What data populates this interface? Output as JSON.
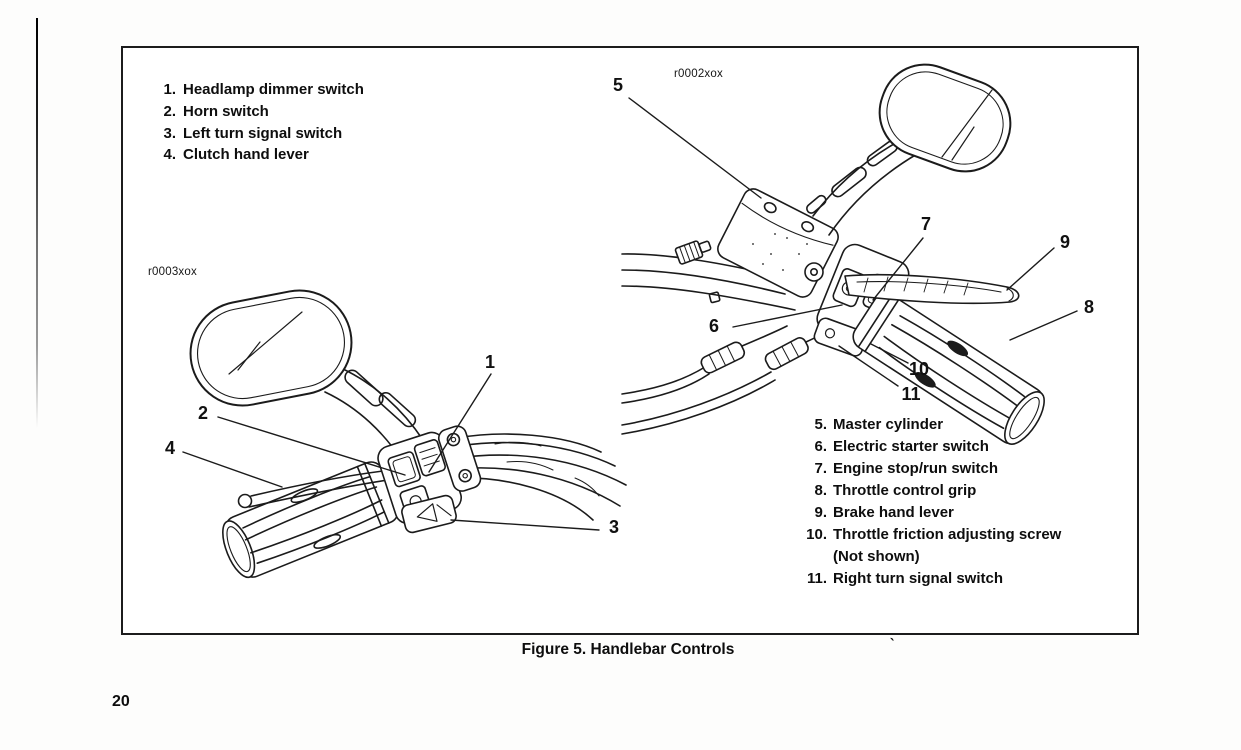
{
  "page_number": "20",
  "figure": {
    "caption": "Figure 5. Handlebar Controls",
    "stray_tick": "`",
    "callouts": {
      "c1": "1",
      "c2": "2",
      "c3": "3",
      "c4": "4",
      "c5": "5",
      "c6": "6",
      "c7": "7",
      "c8": "8",
      "c9": "9",
      "c10": "10",
      "c11": "11"
    },
    "left_panel": {
      "ref_code": "r0003xox",
      "legend": [
        {
          "num": "1.",
          "label": "Headlamp dimmer switch"
        },
        {
          "num": "2.",
          "label": "Horn switch"
        },
        {
          "num": "3.",
          "label": "Left turn signal switch"
        },
        {
          "num": "4.",
          "label": "Clutch hand lever"
        }
      ]
    },
    "right_panel": {
      "ref_code": "r0002xox",
      "legend": [
        {
          "num": "5.",
          "label": "Master cylinder"
        },
        {
          "num": "6.",
          "label": "Electric starter switch"
        },
        {
          "num": "7.",
          "label": "Engine stop/run switch"
        },
        {
          "num": "8.",
          "label": "Throttle control grip"
        },
        {
          "num": "9.",
          "label": "Brake hand lever"
        },
        {
          "num": "10.",
          "label": "Throttle friction adjusting screw",
          "label2": "(Not shown)"
        },
        {
          "num": "11.",
          "label": "Right turn signal switch"
        }
      ]
    }
  }
}
